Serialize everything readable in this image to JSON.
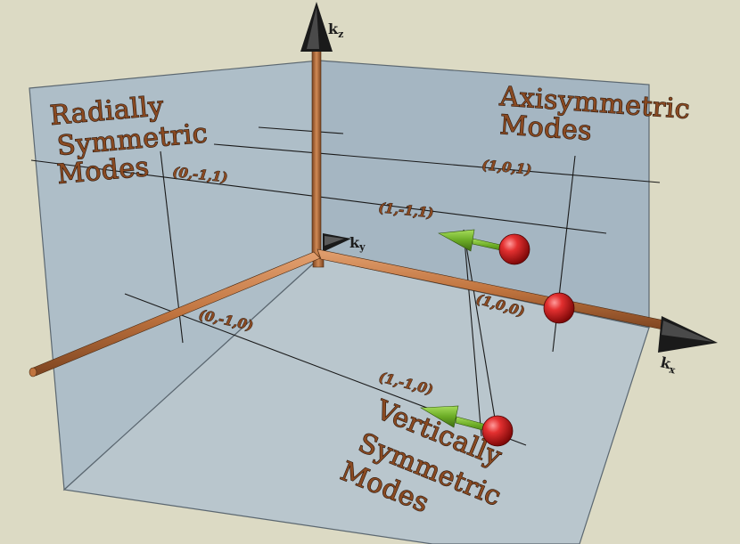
{
  "colors": {
    "background": "#dcdac4",
    "plane_fill": "#9fb2c3",
    "axis_rod": "#c0743f",
    "sphere": "#d21f1f",
    "arrow": "#6bab25",
    "label_text": "#8a4a22"
  },
  "axes": {
    "x_label": "k",
    "x_sub": "x",
    "z_label": "k",
    "z_sub": "z",
    "y_label": "k",
    "y_sub": "y"
  },
  "planes": {
    "left": {
      "label_lines": [
        "Radially",
        "Symmetric",
        "Modes"
      ]
    },
    "right": {
      "label_lines": [
        "Axisymmetric",
        "Modes"
      ]
    },
    "floor": {
      "label_lines": [
        "Vertically",
        "Symmetric",
        "Modes"
      ]
    }
  },
  "points": [
    {
      "id": "p0-10",
      "label": "(0,-1,0)",
      "has_sphere": false,
      "has_arrow": false
    },
    {
      "id": "p1-10",
      "label": "(1,-1,0)",
      "has_sphere": true,
      "has_arrow": true
    },
    {
      "id": "p100",
      "label": "(1,0,0)",
      "has_sphere": true,
      "has_arrow": false
    },
    {
      "id": "p1-11",
      "label": "(1,-1,1)",
      "has_sphere": true,
      "has_arrow": true
    },
    {
      "id": "p0-11",
      "label": "(0,-1,1)",
      "has_sphere": false,
      "has_arrow": false
    },
    {
      "id": "p101",
      "label": "(1,0,1)",
      "has_sphere": false,
      "has_arrow": false
    }
  ]
}
